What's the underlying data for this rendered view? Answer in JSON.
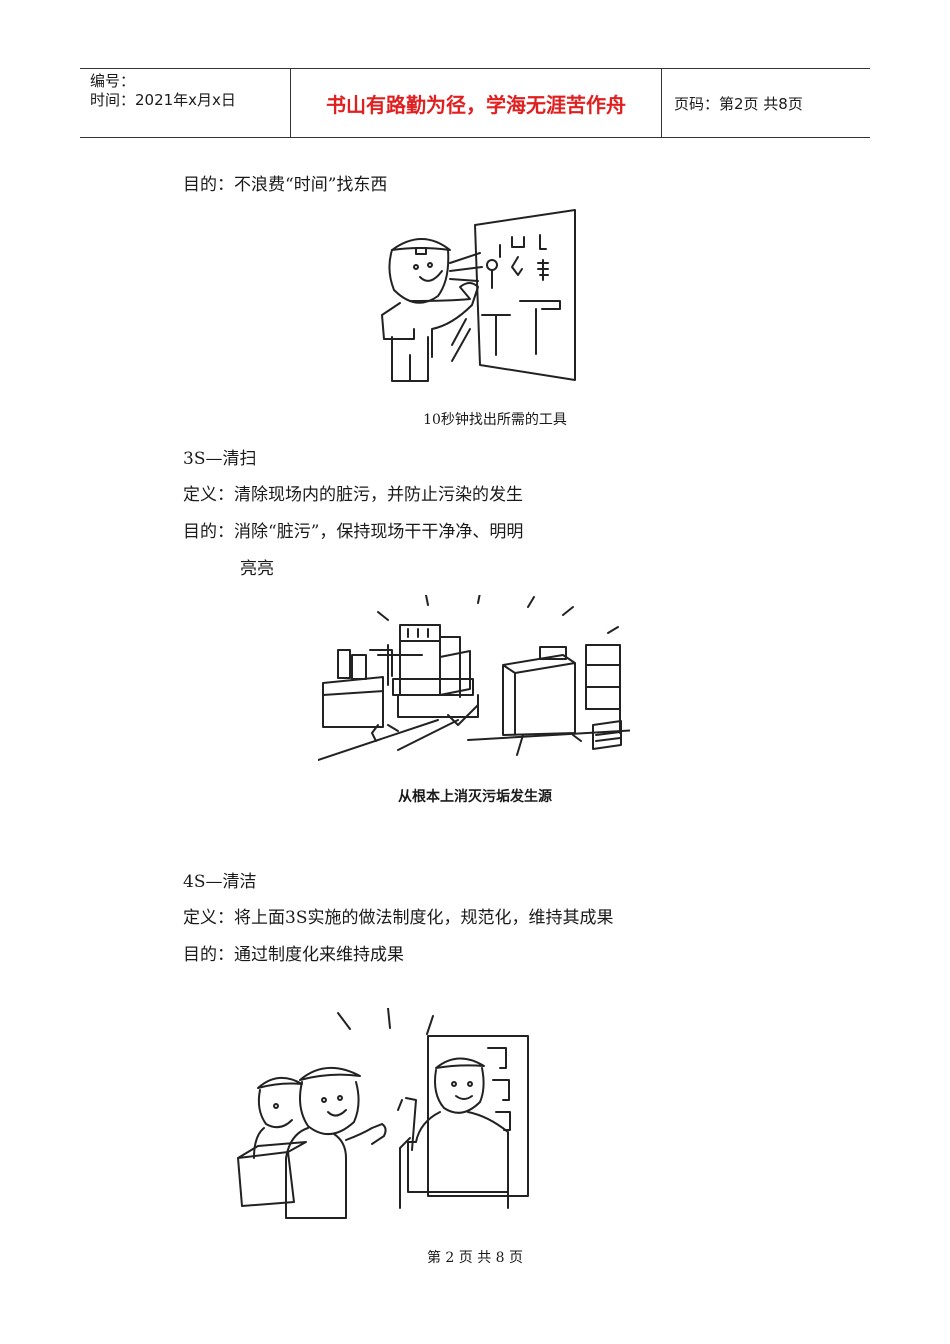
{
  "header": {
    "number_label": "编号：",
    "time_label": "时间：2021年x月x日",
    "motto": "书山有路勤为径，学海无涯苦作舟",
    "page_label": "页码：第2页  共8页"
  },
  "section_2s": {
    "purpose": "目的：不浪费“时间”找东西",
    "caption": "10秒钟找出所需的工具"
  },
  "section_3s": {
    "title": "3S—清扫",
    "definition": "定义：清除现场内的脏污，并防止污染的发生",
    "purpose_line1": "目的：消除“脏污”，保持现场干干净净、明明",
    "purpose_line2": "亮亮",
    "caption": "从根本上消灭污垢发生源"
  },
  "section_4s": {
    "title": "4S—清洁",
    "definition": "定义：将上面3S实施的做法制度化，规范化，维持其成果",
    "purpose": "目的：通过制度化来维持成果"
  },
  "footer": {
    "page_number": "第 2 页 共 8 页"
  }
}
